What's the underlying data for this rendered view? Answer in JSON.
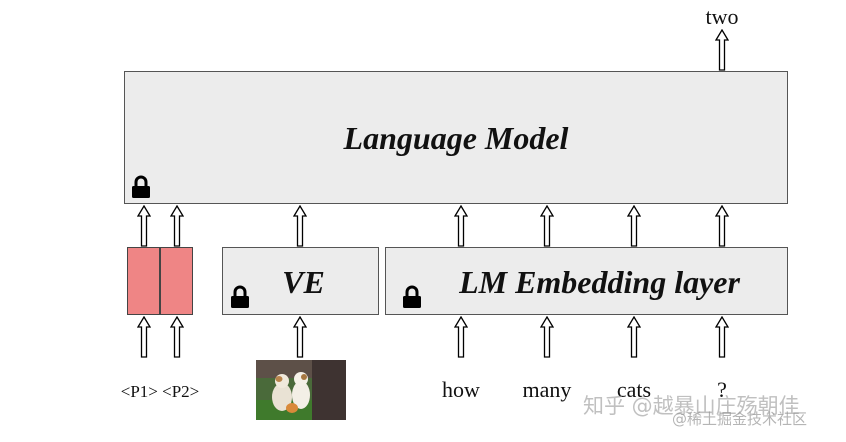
{
  "diagram": {
    "language_model": {
      "label": "Language Model"
    },
    "visual_encoder": {
      "label": "VE"
    },
    "embedding_layer": {
      "label": "LM Embedding layer"
    },
    "output": {
      "label": "two"
    },
    "inputs": {
      "prompt_tokens": "<P1> <P2>",
      "words": [
        "how",
        "many",
        "cats",
        "?"
      ]
    }
  },
  "colors": {
    "box_fill": "#ececec",
    "prompt_fill": "#ef8585",
    "border": "#555555"
  },
  "icons": [
    "lock-icon",
    "arrow-up-icon"
  ],
  "watermark": {
    "line1": "知乎 @越暴山庄殇朝佳",
    "line2": "@稀土掘金技术社区"
  }
}
